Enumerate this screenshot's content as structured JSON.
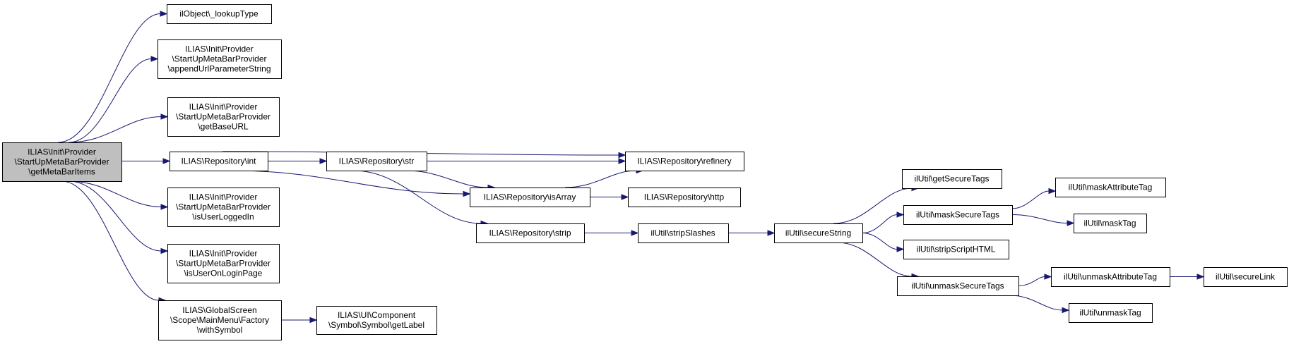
{
  "colors": {
    "edge": "#191970",
    "root_fill": "#bfbfbf",
    "node_fill": "#ffffff",
    "node_border": "#000000"
  },
  "nodes": {
    "root": {
      "lines": [
        "ILIAS\\Init\\Provider",
        "\\StartUpMetaBarProvider",
        "\\getMetaBarItems"
      ]
    },
    "lookupType": {
      "lines": [
        "ilObject\\_lookupType"
      ]
    },
    "appendUrl": {
      "lines": [
        "ILIAS\\Init\\Provider",
        "\\StartUpMetaBarProvider",
        "\\appendUrlParameterString"
      ]
    },
    "getBaseURL": {
      "lines": [
        "ILIAS\\Init\\Provider",
        "\\StartUpMetaBarProvider",
        "\\getBaseURL"
      ]
    },
    "repoInt": {
      "lines": [
        "ILIAS\\Repository\\int"
      ]
    },
    "isUserLoggedIn": {
      "lines": [
        "ILIAS\\Init\\Provider",
        "\\StartUpMetaBarProvider",
        "\\isUserLoggedIn"
      ]
    },
    "isUserOnLoginPage": {
      "lines": [
        "ILIAS\\Init\\Provider",
        "\\StartUpMetaBarProvider",
        "\\isUserOnLoginPage"
      ]
    },
    "withSymbol": {
      "lines": [
        "ILIAS\\GlobalScreen",
        "\\Scope\\MainMenu\\Factory",
        "\\withSymbol"
      ]
    },
    "getLabel": {
      "lines": [
        "ILIAS\\UI\\Component",
        "\\Symbol\\Symbol\\getLabel"
      ]
    },
    "repoStr": {
      "lines": [
        "ILIAS\\Repository\\str"
      ]
    },
    "refinery": {
      "lines": [
        "ILIAS\\Repository\\refinery"
      ]
    },
    "isArray": {
      "lines": [
        "ILIAS\\Repository\\isArray"
      ]
    },
    "http": {
      "lines": [
        "ILIAS\\Repository\\http"
      ]
    },
    "strip": {
      "lines": [
        "ILIAS\\Repository\\strip"
      ]
    },
    "stripSlashes": {
      "lines": [
        "ilUtil\\stripSlashes"
      ]
    },
    "secureString": {
      "lines": [
        "ilUtil\\secureString"
      ]
    },
    "getSecureTags": {
      "lines": [
        "ilUtil\\getSecureTags"
      ]
    },
    "maskSecureTags": {
      "lines": [
        "ilUtil\\maskSecureTags"
      ]
    },
    "stripScriptHTML": {
      "lines": [
        "ilUtil\\stripScriptHTML"
      ]
    },
    "unmaskSecureTags": {
      "lines": [
        "ilUtil\\unmaskSecureTags"
      ]
    },
    "maskAttributeTag": {
      "lines": [
        "ilUtil\\maskAttributeTag"
      ]
    },
    "maskTag": {
      "lines": [
        "ilUtil\\maskTag"
      ]
    },
    "unmaskAttributeTag": {
      "lines": [
        "ilUtil\\unmaskAttributeTag"
      ]
    },
    "unmaskTag": {
      "lines": [
        "ilUtil\\unmaskTag"
      ]
    },
    "secureLink": {
      "lines": [
        "ilUtil\\secureLink"
      ]
    }
  },
  "edges": [
    [
      "root",
      "lookupType"
    ],
    [
      "root",
      "appendUrl"
    ],
    [
      "root",
      "getBaseURL"
    ],
    [
      "root",
      "repoInt"
    ],
    [
      "root",
      "isUserLoggedIn"
    ],
    [
      "root",
      "isUserOnLoginPage"
    ],
    [
      "root",
      "withSymbol"
    ],
    [
      "withSymbol",
      "getLabel"
    ],
    [
      "repoInt",
      "refinery"
    ],
    [
      "repoInt",
      "repoStr"
    ],
    [
      "repoInt",
      "isArray"
    ],
    [
      "repoStr",
      "refinery"
    ],
    [
      "repoStr",
      "isArray"
    ],
    [
      "repoStr",
      "strip"
    ],
    [
      "isArray",
      "refinery"
    ],
    [
      "isArray",
      "http"
    ],
    [
      "strip",
      "stripSlashes"
    ],
    [
      "stripSlashes",
      "secureString"
    ],
    [
      "secureString",
      "getSecureTags"
    ],
    [
      "secureString",
      "maskSecureTags"
    ],
    [
      "secureString",
      "stripScriptHTML"
    ],
    [
      "secureString",
      "unmaskSecureTags"
    ],
    [
      "maskSecureTags",
      "maskAttributeTag"
    ],
    [
      "maskSecureTags",
      "maskTag"
    ],
    [
      "unmaskSecureTags",
      "unmaskAttributeTag"
    ],
    [
      "unmaskSecureTags",
      "unmaskTag"
    ],
    [
      "unmaskAttributeTag",
      "secureLink"
    ]
  ]
}
